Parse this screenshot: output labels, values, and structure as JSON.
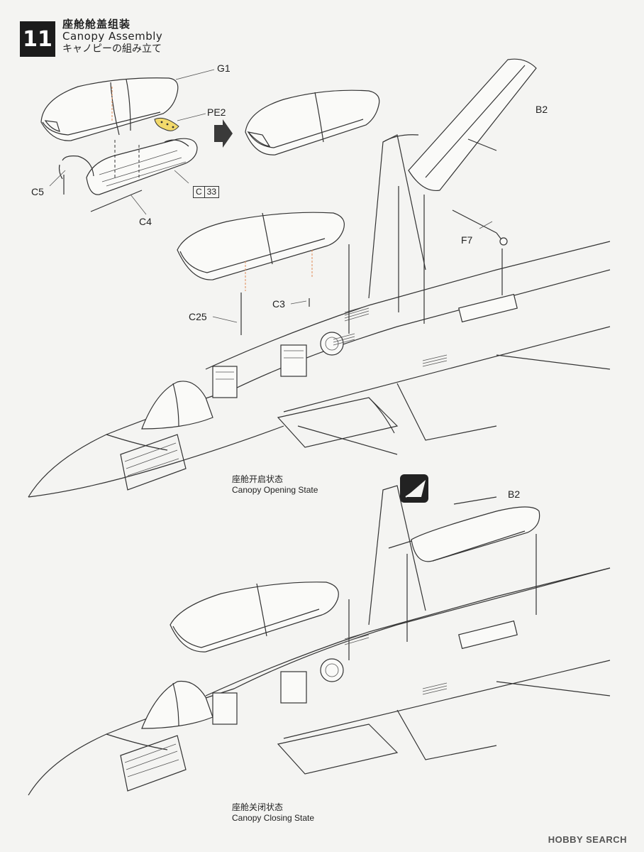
{
  "step": {
    "number": "11"
  },
  "title": {
    "zh": "座舱舱盖组装",
    "en": "Canopy Assembly",
    "ja": "キャノピーの組み立て"
  },
  "part_labels": {
    "g1": "G1",
    "pe2": "PE2",
    "c5": "C5",
    "c4": "C4",
    "b2_top": "B2",
    "f7": "F7",
    "c3": "C3",
    "c25": "C25",
    "b2_bottom": "B2"
  },
  "part_ref": {
    "letter": "C",
    "number": "33"
  },
  "captions": {
    "open_zh": "座舱开启状态",
    "open_en": "Canopy Opening State",
    "closed_zh": "座舱关闭状态",
    "closed_en": "Canopy Closing State"
  },
  "watermark": "HOBBY SEARCH",
  "icons": [
    "arrow-right-icon",
    "speed-brake-open-icon"
  ],
  "colors": {
    "badge": "#1c1c1c",
    "photo_etch": "#f2d96b",
    "guide_dashes": "#e08a55"
  }
}
